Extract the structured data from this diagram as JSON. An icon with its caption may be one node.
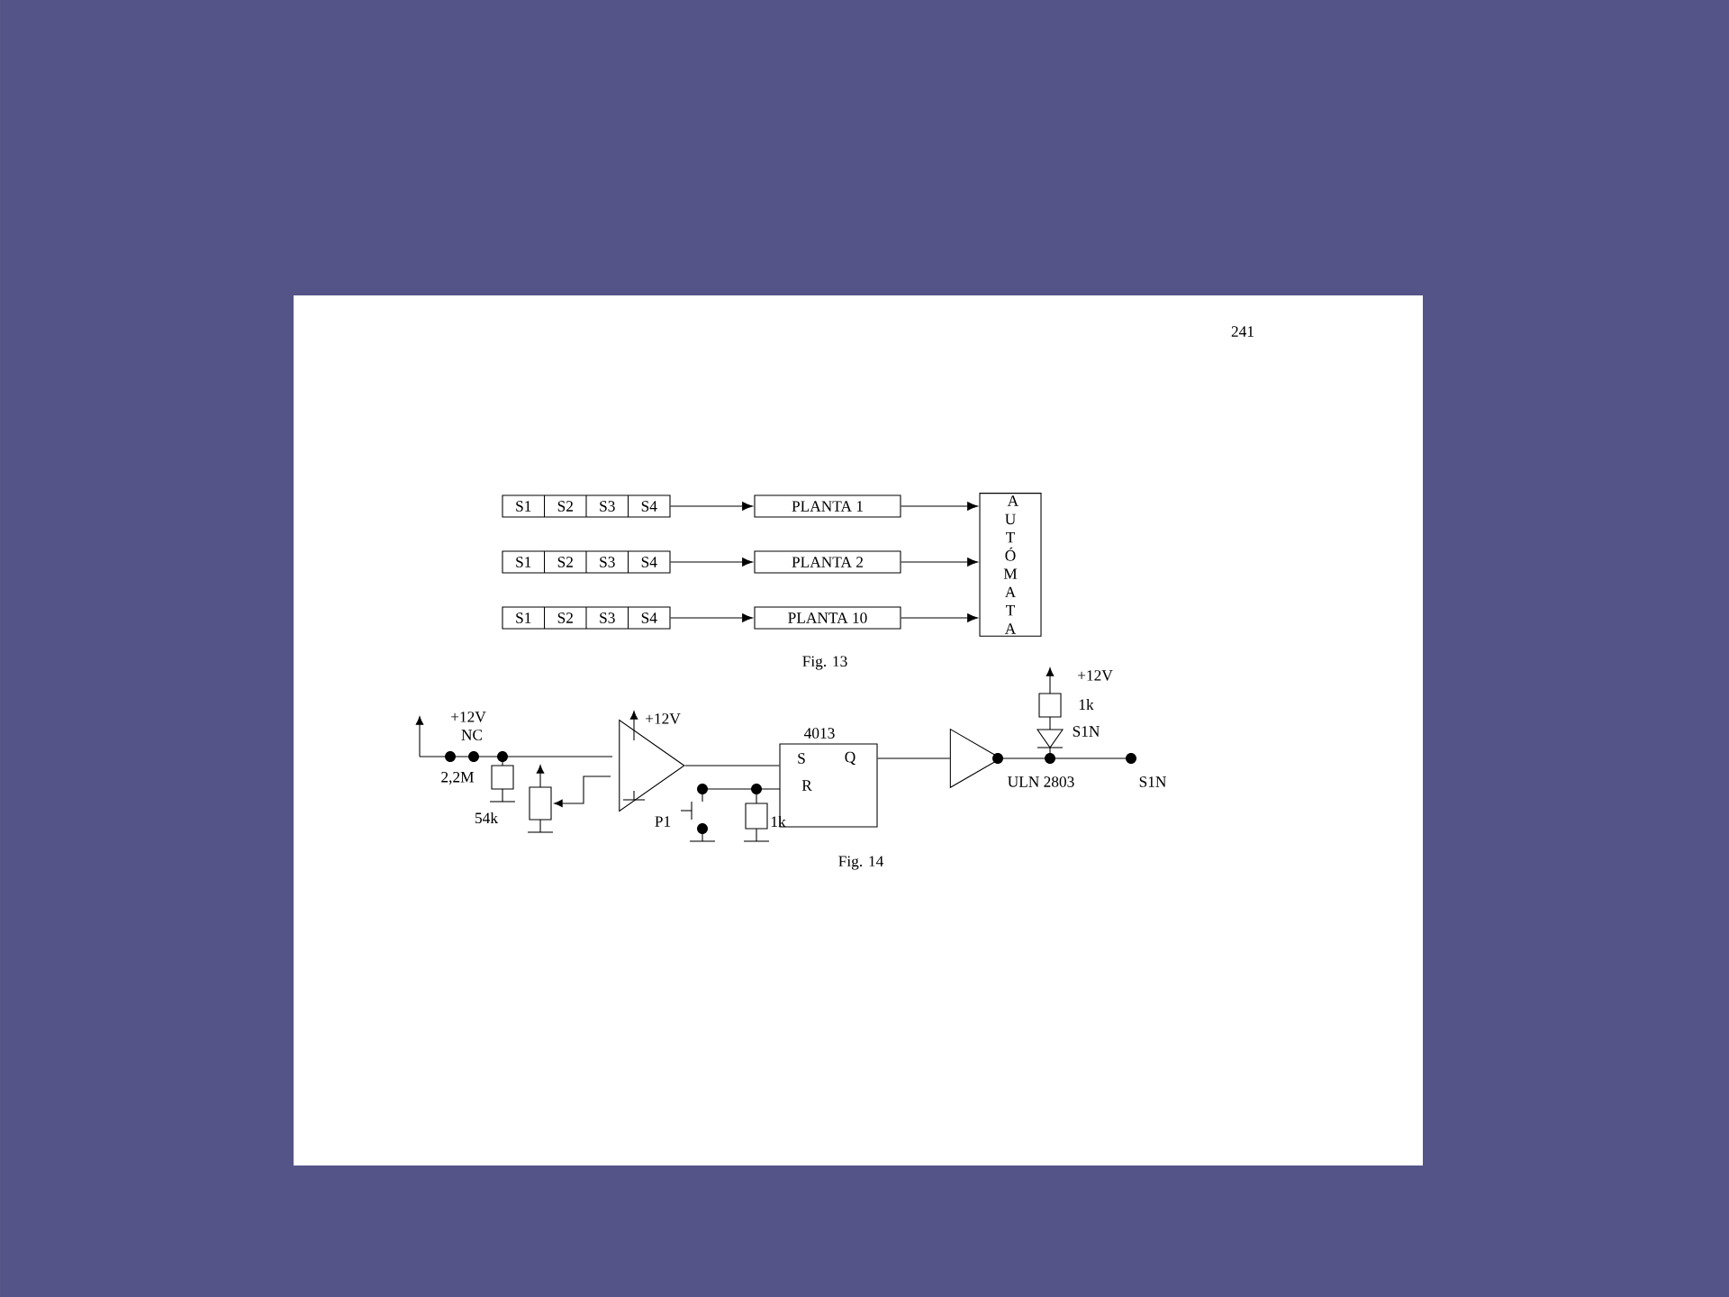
{
  "diagram": {
    "nodes": [
      {
        "text": [
          "S1",
          "S2",
          "S3",
          "S4"
        ]
      },
      {
        "text": [
          "S1",
          "S2",
          "S3",
          "S4"
        ]
      },
      {
        "text": [
          "S1",
          "S2",
          "S3",
          "S4"
        ]
      },
      {
        "text": [
          "PLANTA 1"
        ]
      },
      {
        "text": [
          "PLANTA 2"
        ]
      },
      {
        "text": [
          "PLANTA 10"
        ]
      },
      {
        "text": [
          "AUTÓMATA"
        ]
      },
      {
        "text": [],
        "shape": "triangle"
      },
      {
        "text": [
          "4013",
          "S",
          "Q",
          "R"
        ]
      },
      {
        "text": [],
        "shape": "triangle",
        "beside": [
          "ULN 2803"
        ]
      }
    ],
    "edges": [
      {
        "from": 0,
        "to": 3,
        "arrow": "to"
      },
      {
        "from": 1,
        "to": 4,
        "arrow": "to"
      },
      {
        "from": 2,
        "to": 5,
        "arrow": "to"
      },
      {
        "from": 3,
        "to": 6,
        "arrow": "to"
      },
      {
        "from": 4,
        "to": 6,
        "arrow": "to"
      },
      {
        "from": 5,
        "to": 6,
        "arrow": "to"
      },
      {
        "from": 7,
        "to": 8,
        "arrow": "none"
      },
      {
        "from": 8,
        "to": 9,
        "arrow": "none"
      }
    ],
    "labels": [
      "241",
      "Fig. 13",
      "+12V",
      "NC",
      "2,2M",
      "54k",
      "+12V",
      "P1",
      "1k",
      "+12V",
      "1k",
      "S1N",
      "S1N",
      "Fig. 14"
    ]
  }
}
